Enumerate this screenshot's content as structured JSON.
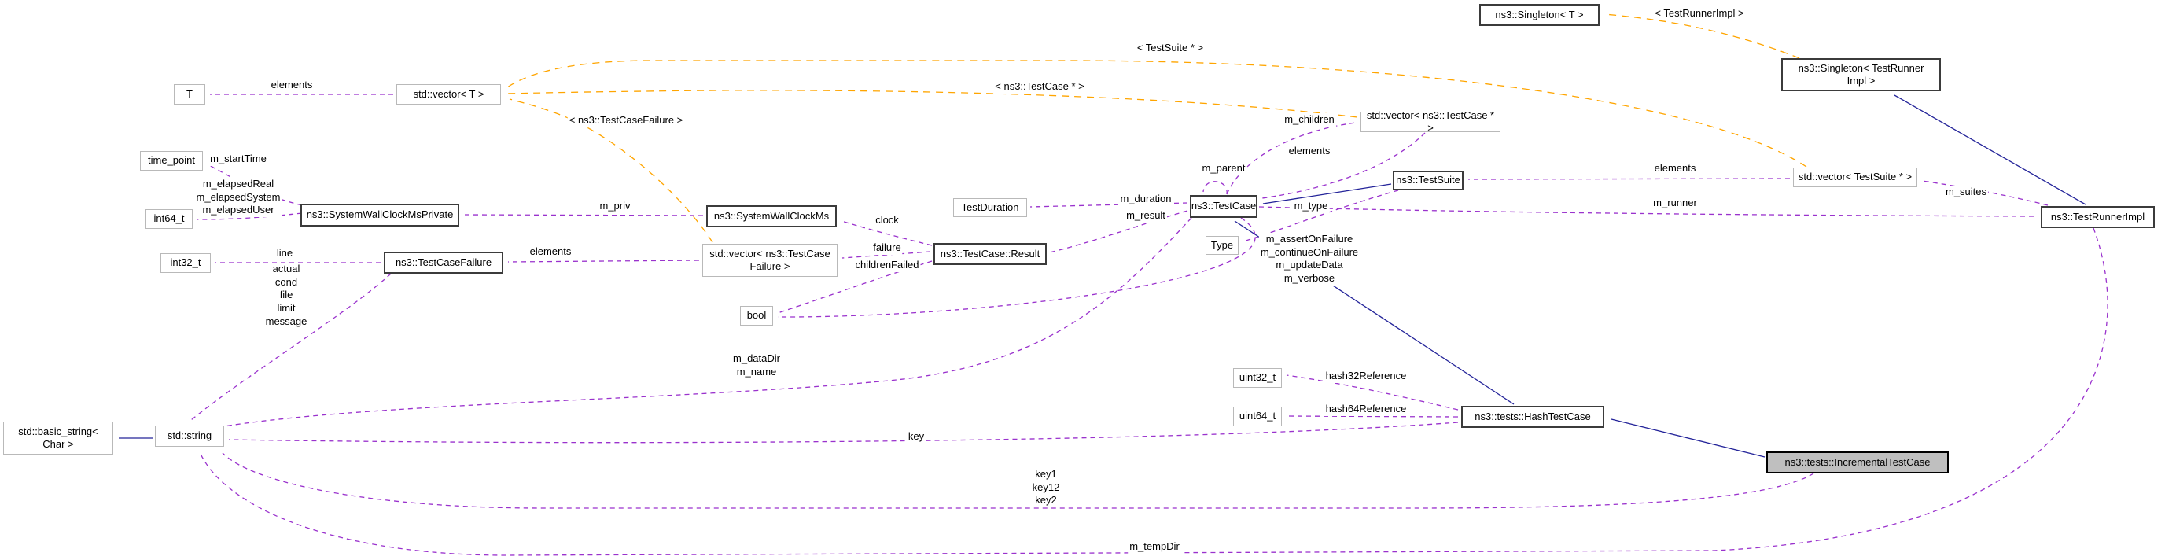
{
  "diagram": {
    "type": "doxygen-collaboration-graph",
    "highlighted_node": "ns3::tests::IncrementalTestCase",
    "colors": {
      "member_edge": "#9a32cd",
      "template_edge": "#ffa500",
      "inheritance_edge": "#232399",
      "highlight_fill": "#bfbfbf",
      "node_border": "#b9b9b9",
      "linked_node_border": "#3b3b3b"
    },
    "nodes": {
      "singleton_t": "ns3::Singleton< T >",
      "singleton_tri": "ns3::Singleton< TestRunner\nImpl >",
      "t": "T",
      "vector_t": "std::vector< T >",
      "time_point": "time_point",
      "int64": "int64_t",
      "swcmp": "ns3::SystemWallClockMsPrivate",
      "swcm": "ns3::SystemWallClockMs",
      "int32": "int32_t",
      "tcf": "ns3::TestCaseFailure",
      "vector_tcf": "std::vector< ns3::TestCase\nFailure >",
      "result": "ns3::TestCase::Result",
      "duration": "TestDuration",
      "testcase": "ns3::TestCase",
      "testsuite": "ns3::TestSuite",
      "vector_tc": "std::vector< ns3::TestCase * >",
      "vector_ts": "std::vector< TestSuite * >",
      "runner": "ns3::TestRunnerImpl",
      "type": "Type",
      "bool": "bool",
      "uint32": "uint32_t",
      "uint64": "uint64_t",
      "hash": "ns3::tests::HashTestCase",
      "incremental": "ns3::tests::IncrementalTestCase",
      "basic_string": "std::basic_string<\nChar >",
      "string": "std::string"
    },
    "edge_labels": {
      "elements_vector_t": "elements",
      "template_test_suite": "< TestSuite * >",
      "template_test_case": "< ns3::TestCase * >",
      "template_test_case_failure": "< ns3::TestCaseFailure >",
      "template_test_runner_impl": "< TestRunnerImpl >",
      "m_start_time": "m_startTime",
      "m_elapsed": "m_elapsedReal\nm_elapsedSystem\nm_elapsedUser",
      "m_priv": "m_priv",
      "clock": "clock",
      "failure": "failure",
      "children_failed": "childrenFailed",
      "elements_vector_tcf": "elements",
      "line": "line",
      "tcf_fields": "actual\ncond\nfile\nlimit\nmessage",
      "m_duration": "m_duration",
      "m_result": "m_result",
      "m_parent": "m_parent",
      "m_children": "m_children",
      "elements_vector_tc": "elements",
      "m_type": "m_type",
      "flags": "m_assertOnFailure\nm_continueOnFailure\nm_updateData\nm_verbose",
      "elements_vector_ts": "elements",
      "m_suites": "m_suites",
      "m_runner": "m_runner",
      "hash32": "hash32Reference",
      "hash64": "hash64Reference",
      "key": "key",
      "name_fields": "m_dataDir\nm_name",
      "keys": "key1\nkey12\nkey2",
      "m_temp_dir": "m_tempDir"
    }
  }
}
